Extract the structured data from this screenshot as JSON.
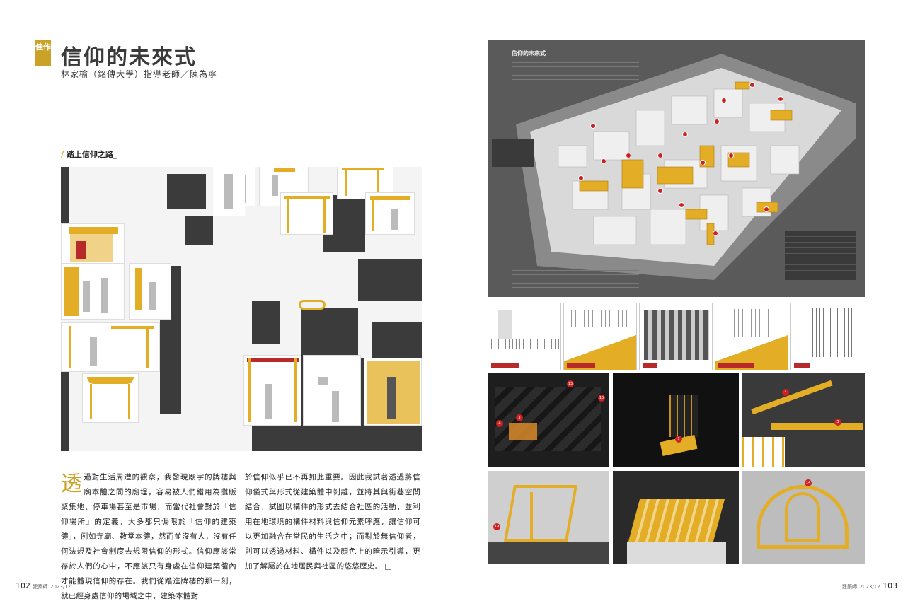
{
  "header": {
    "badge": "佳作",
    "title": "信仰的未來式",
    "subtitle": "林家榆（銘傳大學）指導老師／陳為寧"
  },
  "section": {
    "bar": "/",
    "heading": "踏上信仰之路_"
  },
  "article": {
    "dropcap": "透",
    "col1": "過對生活周遭的觀察，我發現廟宇的牌樓與廟本體之間的廟埕，容易被人們錯用為攤販聚集地、停車場甚至是市場，而當代社會對於「信仰場所」的定義，大多都只侷限於「信仰的建築體」，例如寺廟、教堂本體，然而並沒有人，沒有任何法規及社會制度去規限信仰的形式。信仰應該常存於人們的心中，不應該只有身處在信仰建築體內才能體現信仰的存在。我們從踏進牌樓的那一刻，就已經身處信仰的場域之中，建築本體對",
    "col2": "於信仰似乎已不再如此重要。因此我試著透過將信仰儀式與形式從建築體中剝離，並將其與街巷空間結合，試圖以構件的形式去結合社區的活動，並利用在地環境的構件材料與信仰元素呼應，讓信仰可以更加融合在常民的生活之中；而對於無信仰者，則可以透過材料、構件以及顏色上的暗示引導，更加了解屬於在地居民與社區的悠悠歷史。"
  },
  "folio": {
    "left_num": "102",
    "left_mag": "建築師",
    "left_date": "2023/12",
    "right_mag": "建築師",
    "right_date": "2023/12",
    "right_num": "103"
  },
  "board": {
    "title": "信仰的未來式"
  },
  "pins": [
    "1",
    "2",
    "3",
    "4",
    "5",
    "6",
    "7",
    "8",
    "9",
    "10",
    "11",
    "12",
    "13",
    "14",
    "15",
    "16"
  ],
  "photo_tags": [
    "13",
    "10",
    "4",
    "3",
    "1",
    "4",
    "3",
    "19",
    "14"
  ],
  "colors": {
    "accent": "#c9a227",
    "yellow": "#e3ad26",
    "red": "#b82a2a",
    "dark_block": "#3b3b3b",
    "board_bg": "#5a5a5a"
  }
}
